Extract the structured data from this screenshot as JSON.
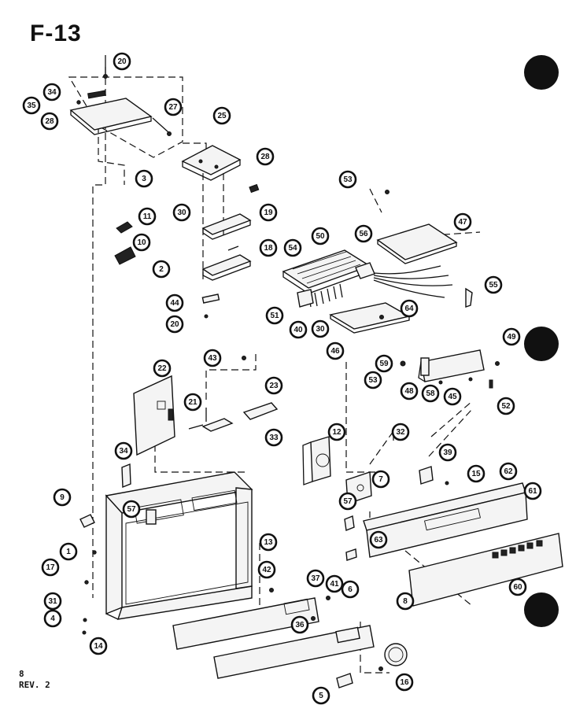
{
  "figure_label": "F-13",
  "page_number": "8",
  "revision": "REV. 2",
  "callouts": [
    {
      "id": "20a",
      "label": "20"
    },
    {
      "id": "34a",
      "label": "34"
    },
    {
      "id": "35",
      "label": "35"
    },
    {
      "id": "28a",
      "label": "28"
    },
    {
      "id": "27",
      "label": "27"
    },
    {
      "id": "25",
      "label": "25"
    },
    {
      "id": "28b",
      "label": "28"
    },
    {
      "id": "3",
      "label": "3"
    },
    {
      "id": "30a",
      "label": "30"
    },
    {
      "id": "11",
      "label": "11"
    },
    {
      "id": "19",
      "label": "19"
    },
    {
      "id": "10",
      "label": "10"
    },
    {
      "id": "18",
      "label": "18"
    },
    {
      "id": "2",
      "label": "2"
    },
    {
      "id": "44",
      "label": "44"
    },
    {
      "id": "20b",
      "label": "20"
    },
    {
      "id": "53a",
      "label": "53"
    },
    {
      "id": "47",
      "label": "47"
    },
    {
      "id": "50",
      "label": "50"
    },
    {
      "id": "56",
      "label": "56"
    },
    {
      "id": "54",
      "label": "54"
    },
    {
      "id": "55",
      "label": "55"
    },
    {
      "id": "51",
      "label": "51"
    },
    {
      "id": "49a",
      "label": "40"
    },
    {
      "id": "30b",
      "label": "30"
    },
    {
      "id": "64",
      "label": "64"
    },
    {
      "id": "46",
      "label": "46"
    },
    {
      "id": "49b",
      "label": "49"
    },
    {
      "id": "53b",
      "label": "53"
    },
    {
      "id": "59",
      "label": "59"
    },
    {
      "id": "48",
      "label": "48"
    },
    {
      "id": "58",
      "label": "58"
    },
    {
      "id": "45",
      "label": "45"
    },
    {
      "id": "52",
      "label": "52"
    },
    {
      "id": "43",
      "label": "43"
    },
    {
      "id": "22",
      "label": "22"
    },
    {
      "id": "21",
      "label": "21"
    },
    {
      "id": "23",
      "label": "23"
    },
    {
      "id": "33",
      "label": "33"
    },
    {
      "id": "34b",
      "label": "34"
    },
    {
      "id": "12",
      "label": "12"
    },
    {
      "id": "32",
      "label": "32"
    },
    {
      "id": "39",
      "label": "39"
    },
    {
      "id": "15",
      "label": "15"
    },
    {
      "id": "7",
      "label": "7"
    },
    {
      "id": "62",
      "label": "62"
    },
    {
      "id": "61",
      "label": "61"
    },
    {
      "id": "9",
      "label": "9"
    },
    {
      "id": "57a",
      "label": "57"
    },
    {
      "id": "57b",
      "label": "57"
    },
    {
      "id": "13",
      "label": "13"
    },
    {
      "id": "1",
      "label": "1"
    },
    {
      "id": "63",
      "label": "63"
    },
    {
      "id": "60",
      "label": "60"
    },
    {
      "id": "17",
      "label": "17"
    },
    {
      "id": "42",
      "label": "42"
    },
    {
      "id": "37",
      "label": "37"
    },
    {
      "id": "41",
      "label": "41"
    },
    {
      "id": "6a",
      "label": "6"
    },
    {
      "id": "8",
      "label": "8"
    },
    {
      "id": "31",
      "label": "31"
    },
    {
      "id": "4",
      "label": "4"
    },
    {
      "id": "36",
      "label": "36"
    },
    {
      "id": "14",
      "label": "14"
    },
    {
      "id": "5",
      "label": "5"
    },
    {
      "id": "16",
      "label": "16"
    }
  ]
}
